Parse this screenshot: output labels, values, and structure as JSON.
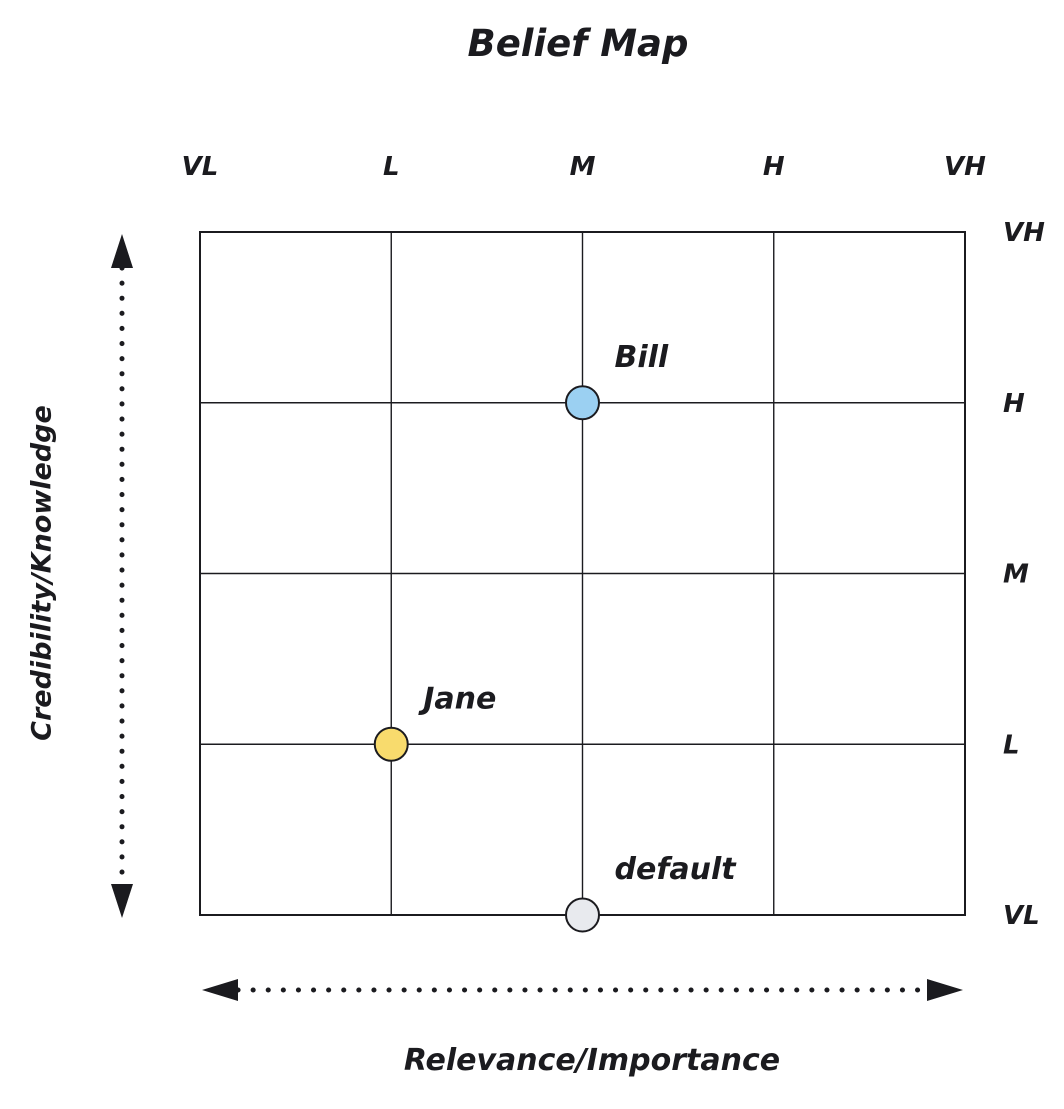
{
  "chart_data": {
    "type": "scatter",
    "title": "Belief Map",
    "xlabel": "Relevance/Importance",
    "ylabel": "Credibility/Knowledge",
    "x_ticks": [
      "VL",
      "L",
      "M",
      "H",
      "VH"
    ],
    "y_ticks": [
      "VH",
      "H",
      "M",
      "L",
      "VL"
    ],
    "points": [
      {
        "label": "Bill",
        "x": "M",
        "y": "H",
        "color": "#9bd0f2"
      },
      {
        "label": "Jane",
        "x": "L",
        "y": "L",
        "color": "#f8db6d"
      },
      {
        "label": "default",
        "x": "M",
        "y": "VL",
        "color": "#e8eaee"
      }
    ],
    "ink_color": "#1b1b1f",
    "grid": "on",
    "x_axis_arrow": "double-headed-dotted",
    "y_axis_arrow": "double-headed-dotted"
  }
}
